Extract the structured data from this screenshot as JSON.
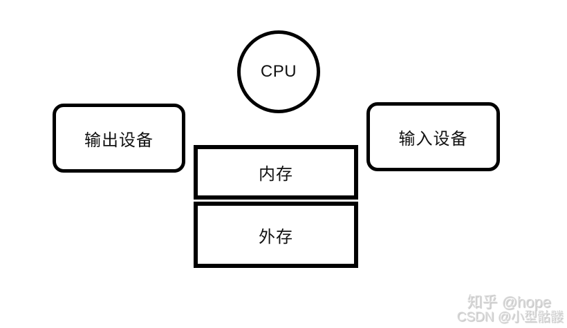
{
  "diagram": {
    "description": "computer-architecture-block-diagram",
    "nodes": {
      "cpu": {
        "label": "CPU",
        "shape": "circle"
      },
      "output_device": {
        "label": "输出设备",
        "shape": "rounded-rect"
      },
      "input_device": {
        "label": "输入设备",
        "shape": "rounded-rect"
      },
      "memory": {
        "label": "内存",
        "shape": "rect"
      },
      "external_storage": {
        "label": "外存",
        "shape": "rect"
      }
    },
    "watermarks": {
      "zhihu": "知乎 @hope",
      "csdn": "CSDN @小型骷髅"
    },
    "colors": {
      "stroke": "#000000",
      "background": "#ffffff",
      "text": "#111111",
      "watermark": "#d7d7d7"
    }
  }
}
